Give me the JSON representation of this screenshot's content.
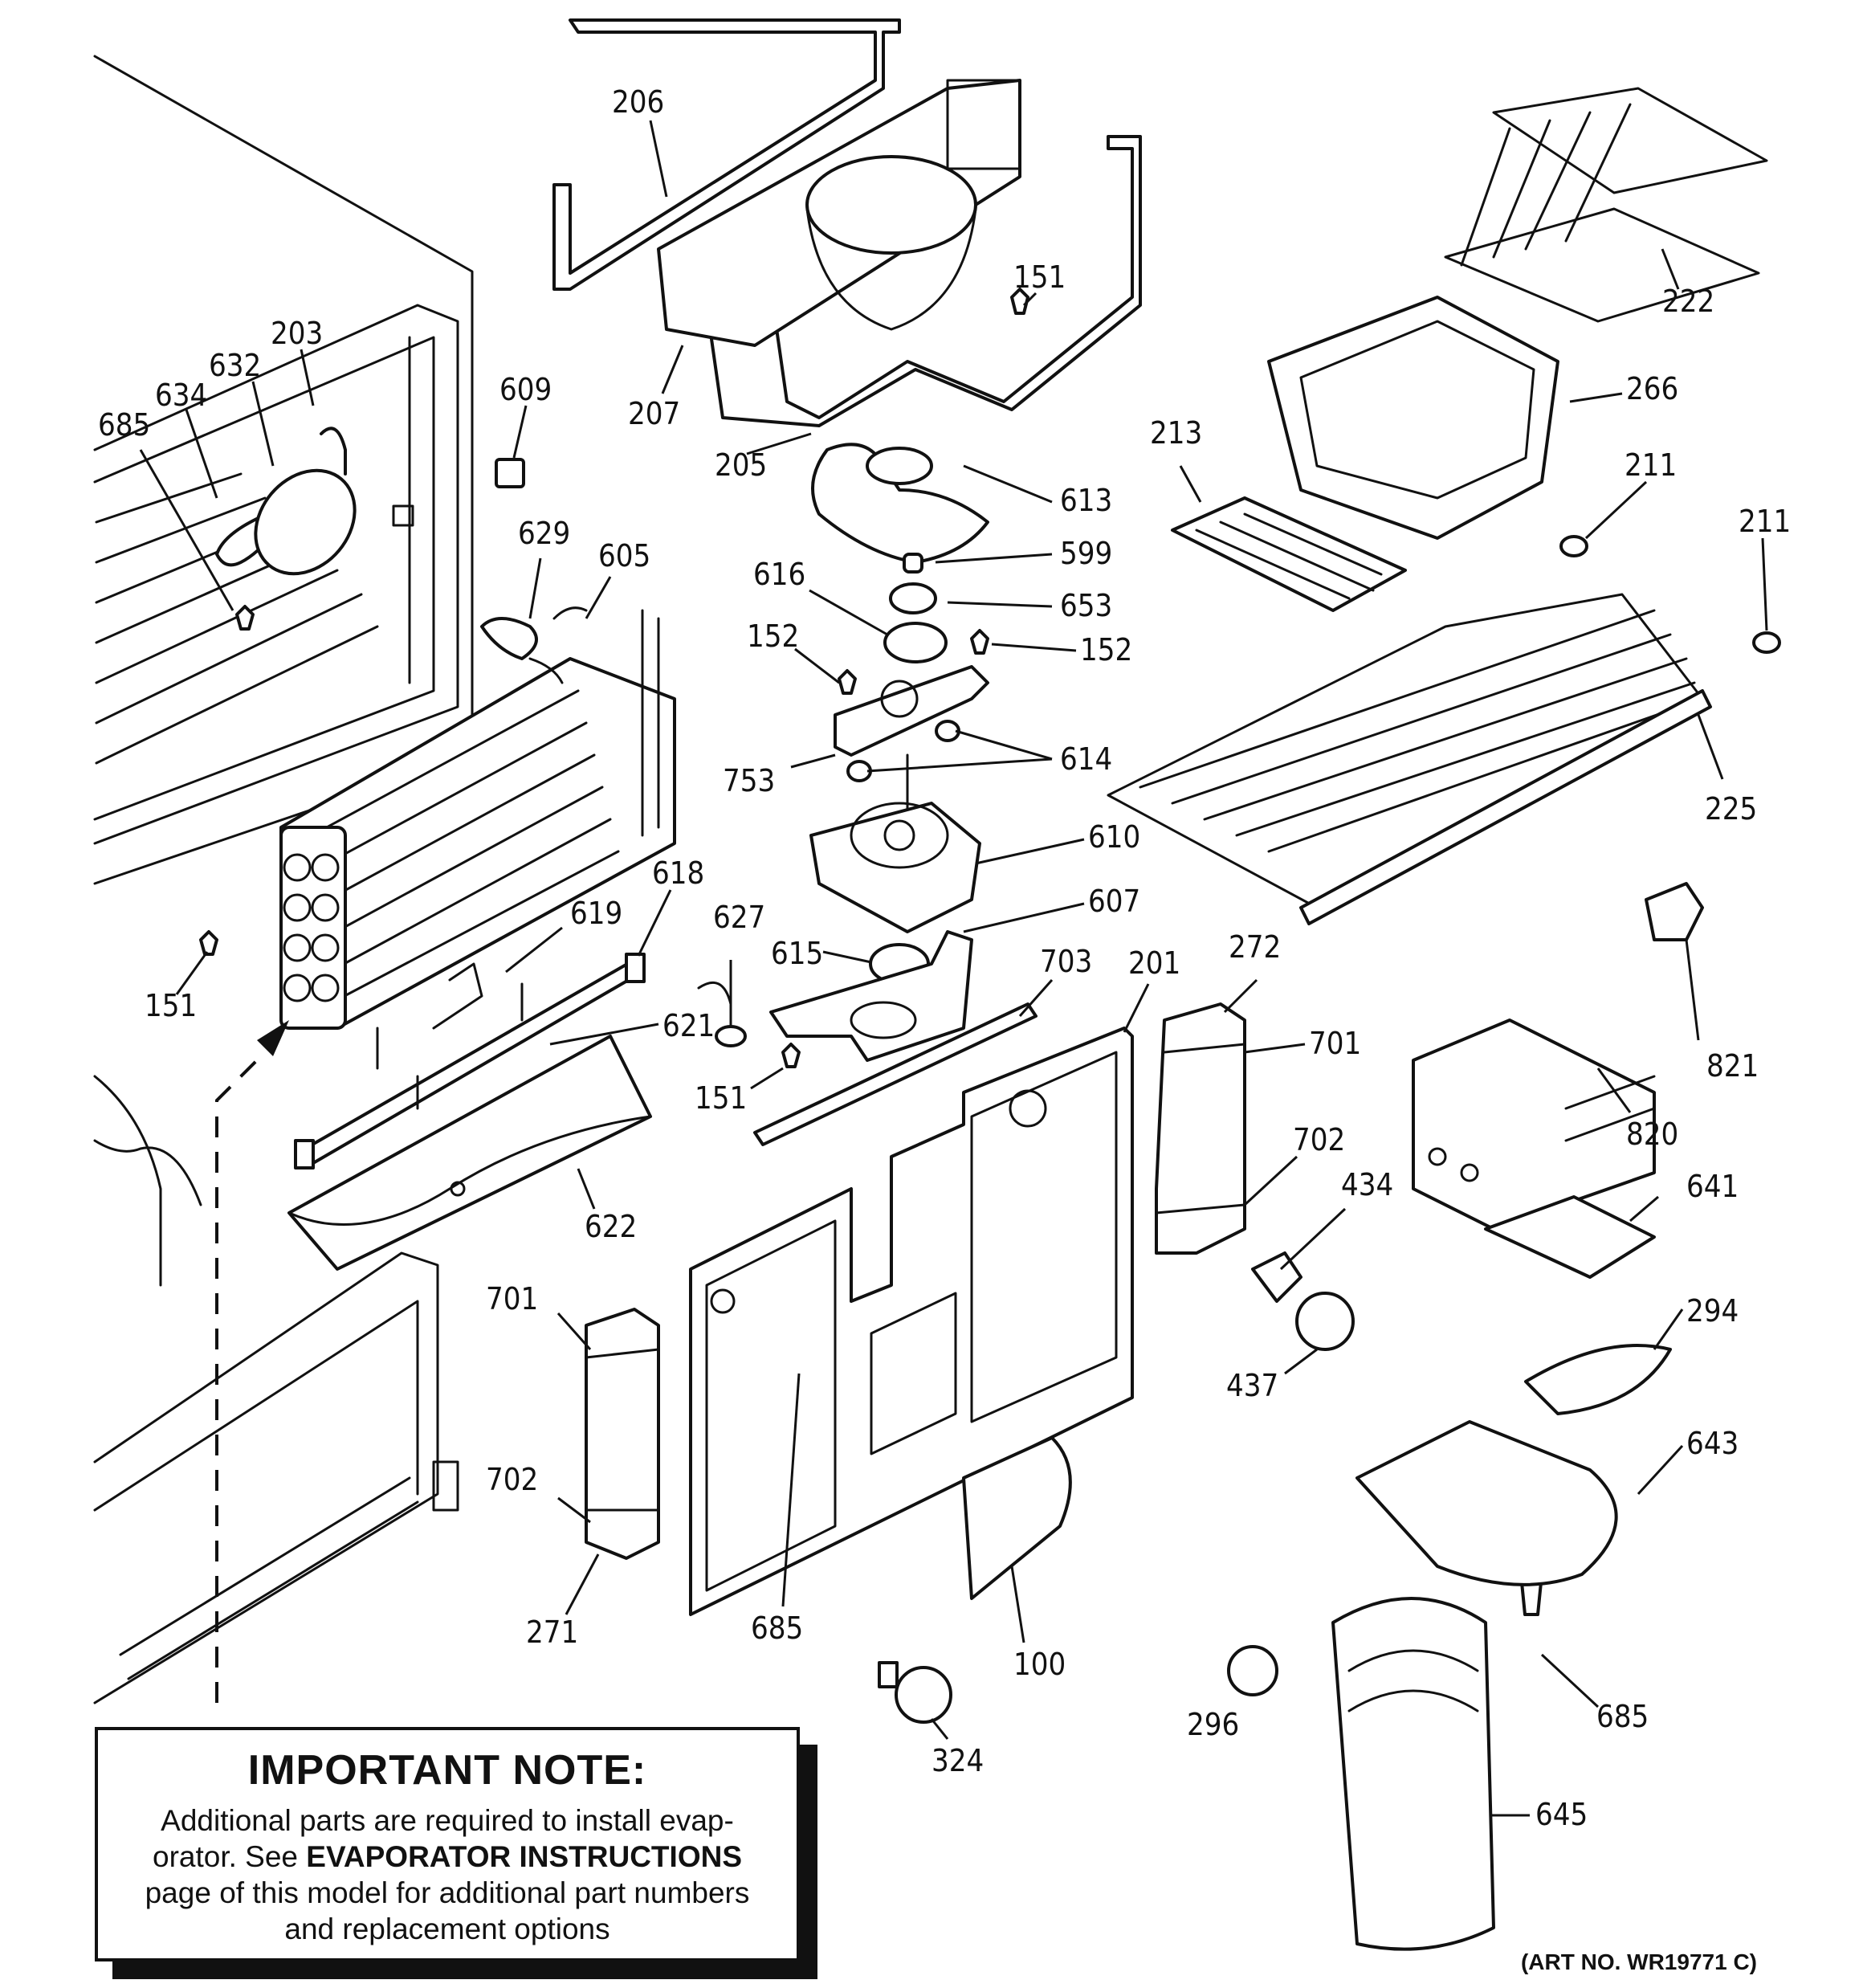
{
  "callouts": [
    {
      "id": "206",
      "label": "206"
    },
    {
      "id": "151a",
      "label": "151"
    },
    {
      "id": "207",
      "label": "207"
    },
    {
      "id": "205",
      "label": "205"
    },
    {
      "id": "222",
      "label": "222"
    },
    {
      "id": "266",
      "label": "266"
    },
    {
      "id": "213",
      "label": "213"
    },
    {
      "id": "211a",
      "label": "211"
    },
    {
      "id": "211b",
      "label": "211"
    },
    {
      "id": "225",
      "label": "225"
    },
    {
      "id": "203",
      "label": "203"
    },
    {
      "id": "632",
      "label": "632"
    },
    {
      "id": "634",
      "label": "634"
    },
    {
      "id": "685a",
      "label": "685"
    },
    {
      "id": "609",
      "label": "609"
    },
    {
      "id": "629",
      "label": "629"
    },
    {
      "id": "605",
      "label": "605"
    },
    {
      "id": "613",
      "label": "613"
    },
    {
      "id": "599",
      "label": "599"
    },
    {
      "id": "616",
      "label": "616"
    },
    {
      "id": "653",
      "label": "653"
    },
    {
      "id": "152a",
      "label": "152"
    },
    {
      "id": "152b",
      "label": "152"
    },
    {
      "id": "614",
      "label": "614"
    },
    {
      "id": "753",
      "label": "753"
    },
    {
      "id": "610",
      "label": "610"
    },
    {
      "id": "607",
      "label": "607"
    },
    {
      "id": "615",
      "label": "615"
    },
    {
      "id": "618",
      "label": "618"
    },
    {
      "id": "619",
      "label": "619"
    },
    {
      "id": "627",
      "label": "627"
    },
    {
      "id": "621",
      "label": "621"
    },
    {
      "id": "151b",
      "label": "151"
    },
    {
      "id": "151c",
      "label": "151"
    },
    {
      "id": "622",
      "label": "622"
    },
    {
      "id": "703",
      "label": "703"
    },
    {
      "id": "201",
      "label": "201"
    },
    {
      "id": "272",
      "label": "272"
    },
    {
      "id": "701a",
      "label": "701"
    },
    {
      "id": "702a",
      "label": "702"
    },
    {
      "id": "434",
      "label": "434"
    },
    {
      "id": "437",
      "label": "437"
    },
    {
      "id": "821",
      "label": "821"
    },
    {
      "id": "820",
      "label": "820"
    },
    {
      "id": "641",
      "label": "641"
    },
    {
      "id": "294",
      "label": "294"
    },
    {
      "id": "643",
      "label": "643"
    },
    {
      "id": "701b",
      "label": "701"
    },
    {
      "id": "702b",
      "label": "702"
    },
    {
      "id": "271",
      "label": "271"
    },
    {
      "id": "685b",
      "label": "685"
    },
    {
      "id": "100",
      "label": "100"
    },
    {
      "id": "324",
      "label": "324"
    },
    {
      "id": "296",
      "label": "296"
    },
    {
      "id": "685c",
      "label": "685"
    },
    {
      "id": "645",
      "label": "645"
    }
  ],
  "note": {
    "title": "IMPORTANT NOTE:",
    "line1": "Additional parts are required to install evap-",
    "line2_pre": "orator.  See ",
    "line2_bold": "EVAPORATOR INSTRUCTIONS",
    "line3": "page of this model for additional part numbers",
    "line4": "and replacement options"
  },
  "art_number": "(ART NO. WR19771 C)"
}
